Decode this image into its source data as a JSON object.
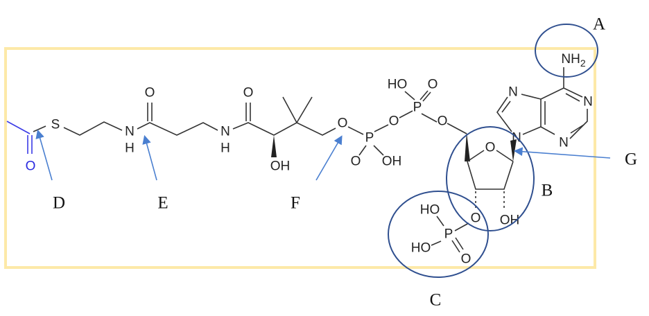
{
  "colors": {
    "frame": "#fde9a8",
    "circle": "#2f4f8f",
    "arrow": "#4a7fd0",
    "acetyl": "#2a2ae0"
  },
  "atoms": {
    "s": "S",
    "o_acetyl": "O",
    "n1": "N",
    "h1": "H",
    "o1": "O",
    "n2": "N",
    "h2": "H",
    "o2": "O",
    "oh1": "OH",
    "o_bridge1": "O",
    "p1": "P",
    "o_p1": "O",
    "oh_p1": "OH",
    "o_bridge2": "O",
    "p2": "P",
    "ho_p2": "HO",
    "o_p2": "O",
    "o_5": "O",
    "o_ring": "O",
    "o_3": "O",
    "oh_2": "OH",
    "n9": "N",
    "n7": "N",
    "n1p": "N",
    "n3": "N",
    "nh2": "NH",
    "nh2_sub": "2",
    "p3": "P",
    "ho_p3a": "HO",
    "ho_p3b": "HO",
    "o_p3": "O"
  },
  "labels": {
    "a": "A",
    "b": "B",
    "c": "C",
    "d": "D",
    "e": "E",
    "f": "F",
    "g": "G"
  }
}
